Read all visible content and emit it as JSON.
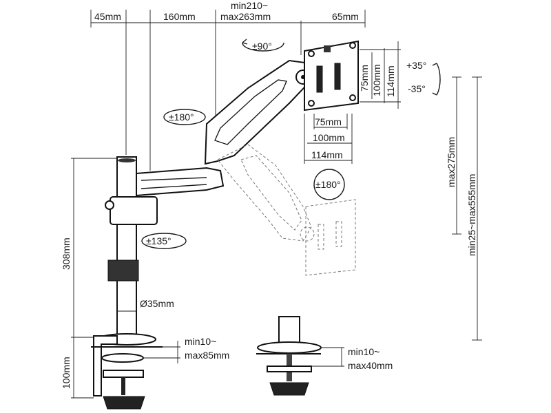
{
  "dimensions": {
    "top_left": "45mm",
    "top_mid": "160mm",
    "reach_min": "min210~",
    "reach_max": "max263mm",
    "top_right": "65mm",
    "vesa_h_75": "75mm",
    "vesa_h_100": "100mm",
    "vesa_h_114": "114mm",
    "vesa_v_75": "75mm",
    "vesa_v_100": "100mm",
    "vesa_v_114": "114mm",
    "pole_height": "308mm",
    "pole_diameter": "Ø35mm",
    "clamp_height": "100mm",
    "clamp_range_min": "min10~",
    "clamp_range_max": "max85mm",
    "grommet_range_min": "min10~",
    "grommet_range_max": "max40mm",
    "gas_travel": "max275mm",
    "total_height": "min25~max555mm"
  },
  "rotations": {
    "display_rotate": "±90°",
    "tilt_up": "+35°",
    "tilt_down": "-35°",
    "arm_swivel": "±180°",
    "head_swivel": "±180°",
    "pole_swivel": "±135°"
  }
}
